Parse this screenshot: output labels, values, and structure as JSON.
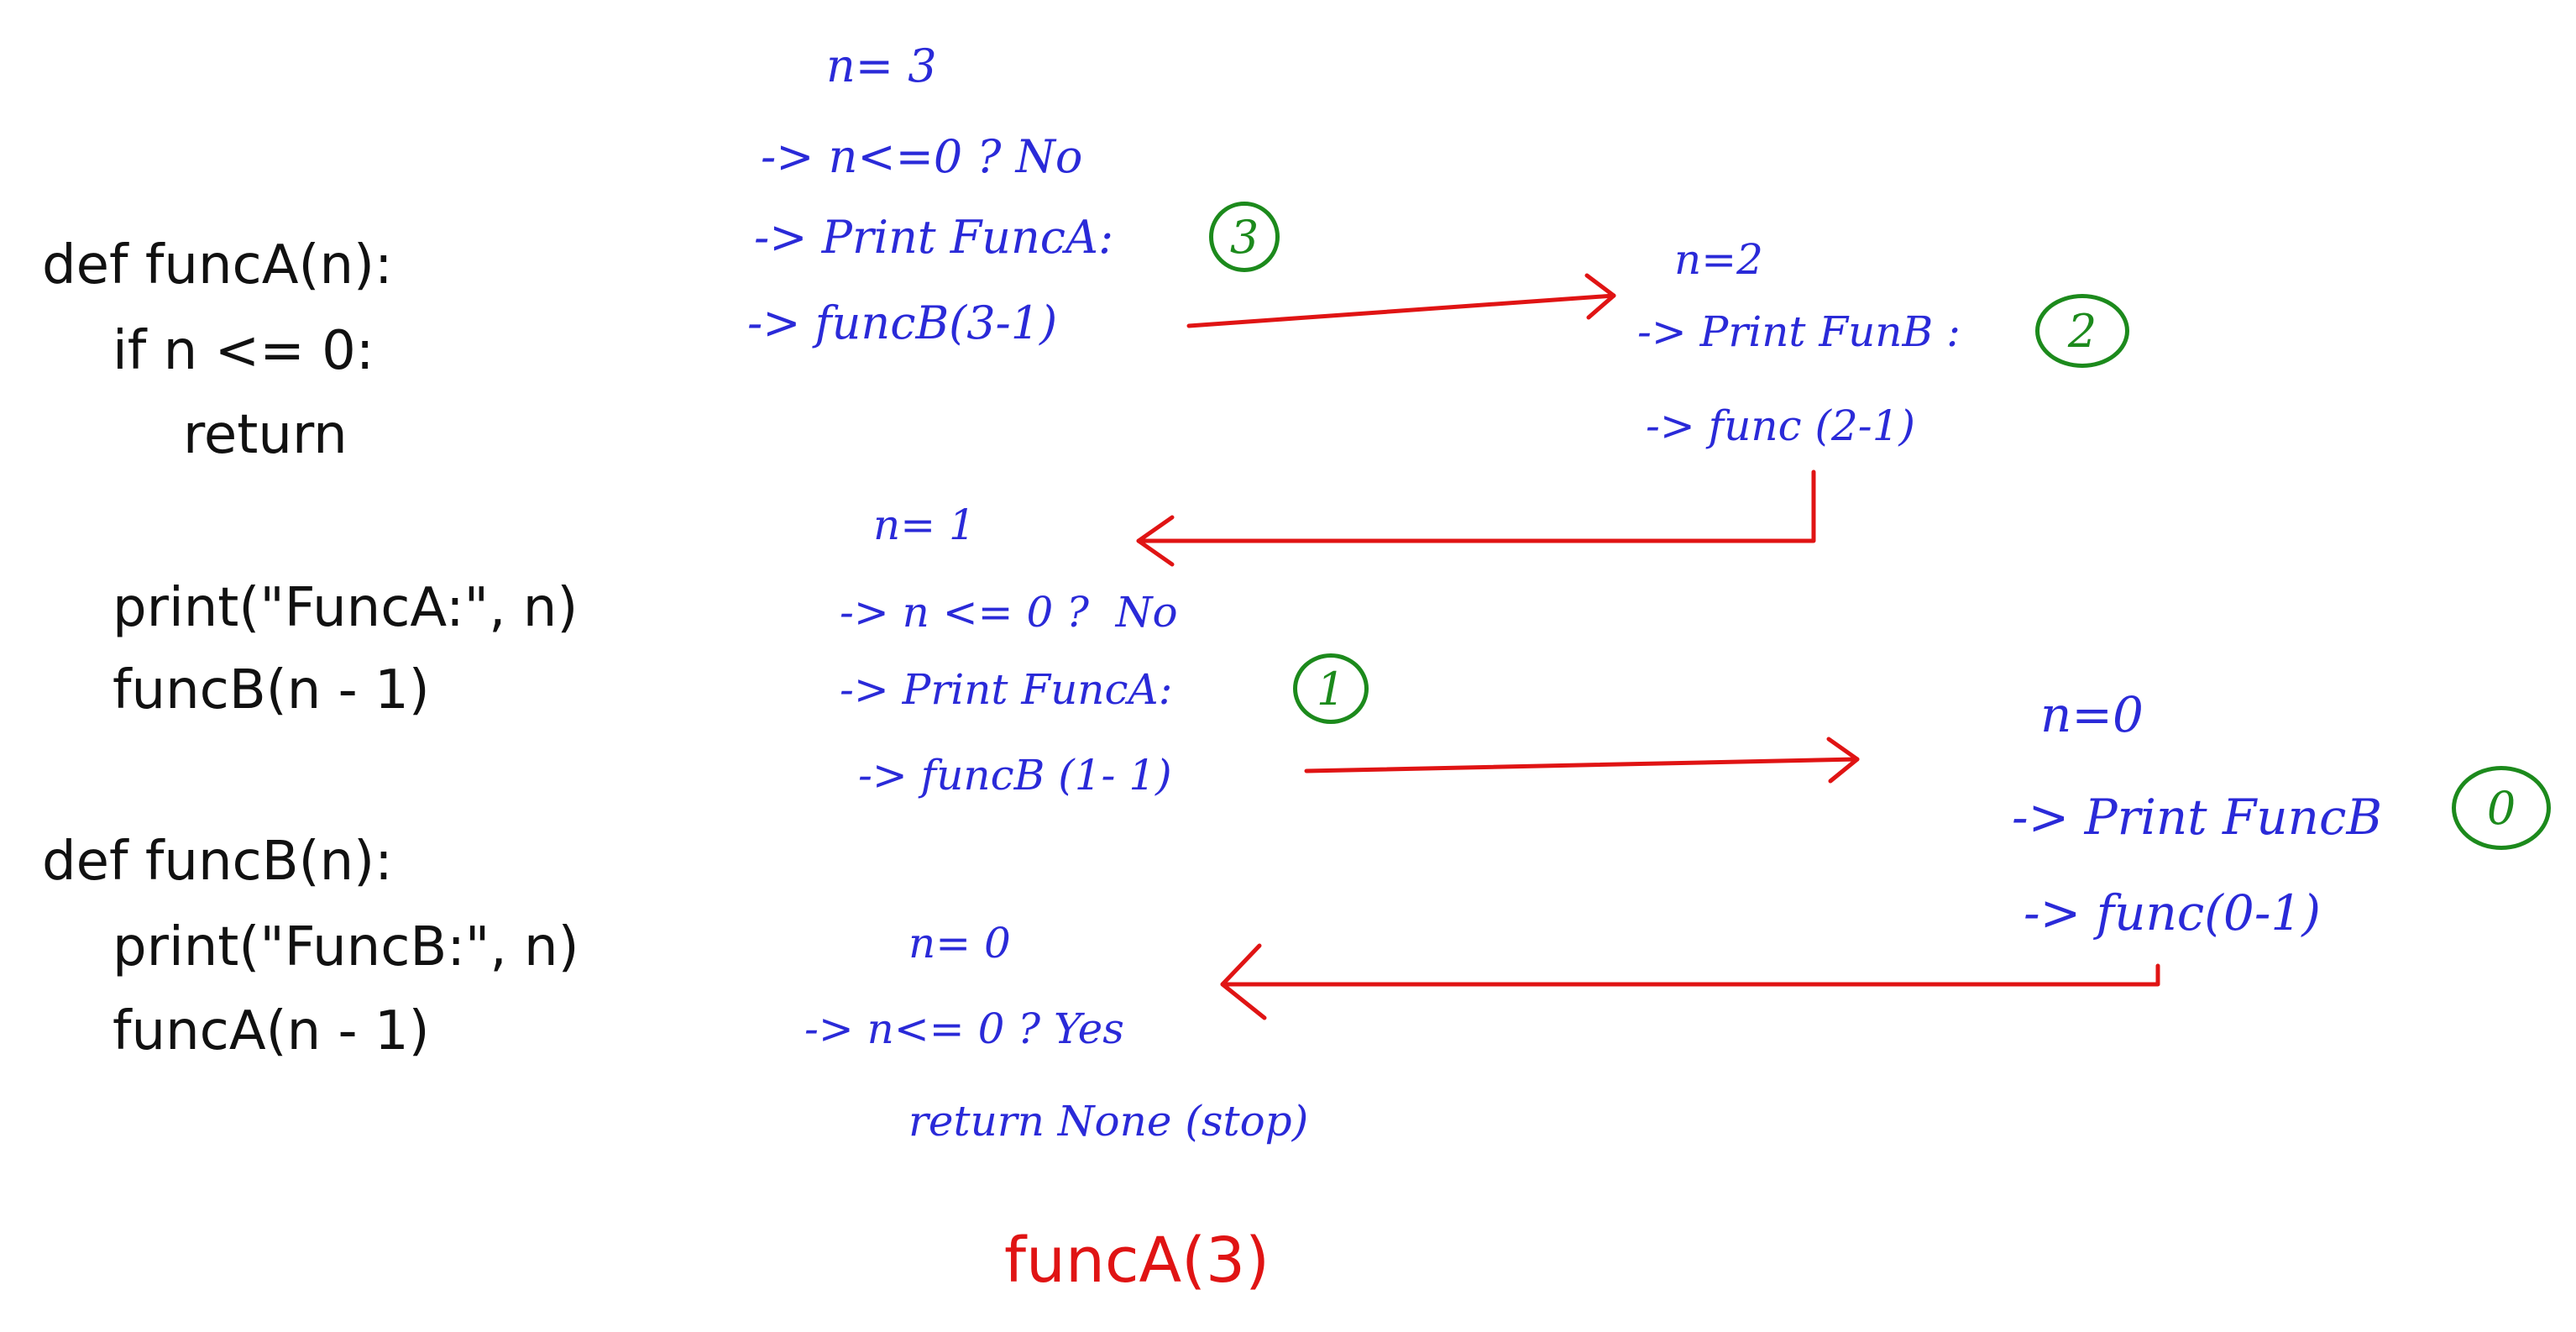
{
  "code": {
    "funcA_def": "def funcA(n):",
    "funcA_if": "if n <= 0:",
    "funcA_return": "return",
    "funcA_print": "print(\"FuncA:\", n)",
    "funcA_call": "funcB(n - 1)",
    "funcB_def": "def funcB(n):",
    "funcB_print": "print(\"FuncB:\", n)",
    "funcB_call": "funcA(n - 1)"
  },
  "trace": {
    "step1": {
      "n": "n= 3",
      "check": "-> n<=0 ? No",
      "print": "-> Print FuncA:",
      "print_value": "3",
      "call": "-> funcB(3-1)"
    },
    "step2": {
      "n": "n=2",
      "print": "-> Print FunB :",
      "print_value": "2",
      "call": "-> func (2-1)"
    },
    "step3": {
      "n": "n= 1",
      "check": "-> n <= 0 ?  No",
      "print": "-> Print FuncA:",
      "print_value": "1",
      "call": "-> funcB (1- 1)"
    },
    "step4": {
      "n": "n=0",
      "print": "-> Print FuncB",
      "print_value": "0",
      "call": "-> func(0-1)"
    },
    "step5": {
      "n": "n= 0",
      "check": "-> n<= 0 ? Yes",
      "result": "return None (stop)"
    }
  },
  "call_label": "funcA(3)",
  "colors": {
    "code": "#111111",
    "handwriting": "#2a2ad8",
    "circle": "#1c8a1c",
    "arrow": "#e01414"
  }
}
